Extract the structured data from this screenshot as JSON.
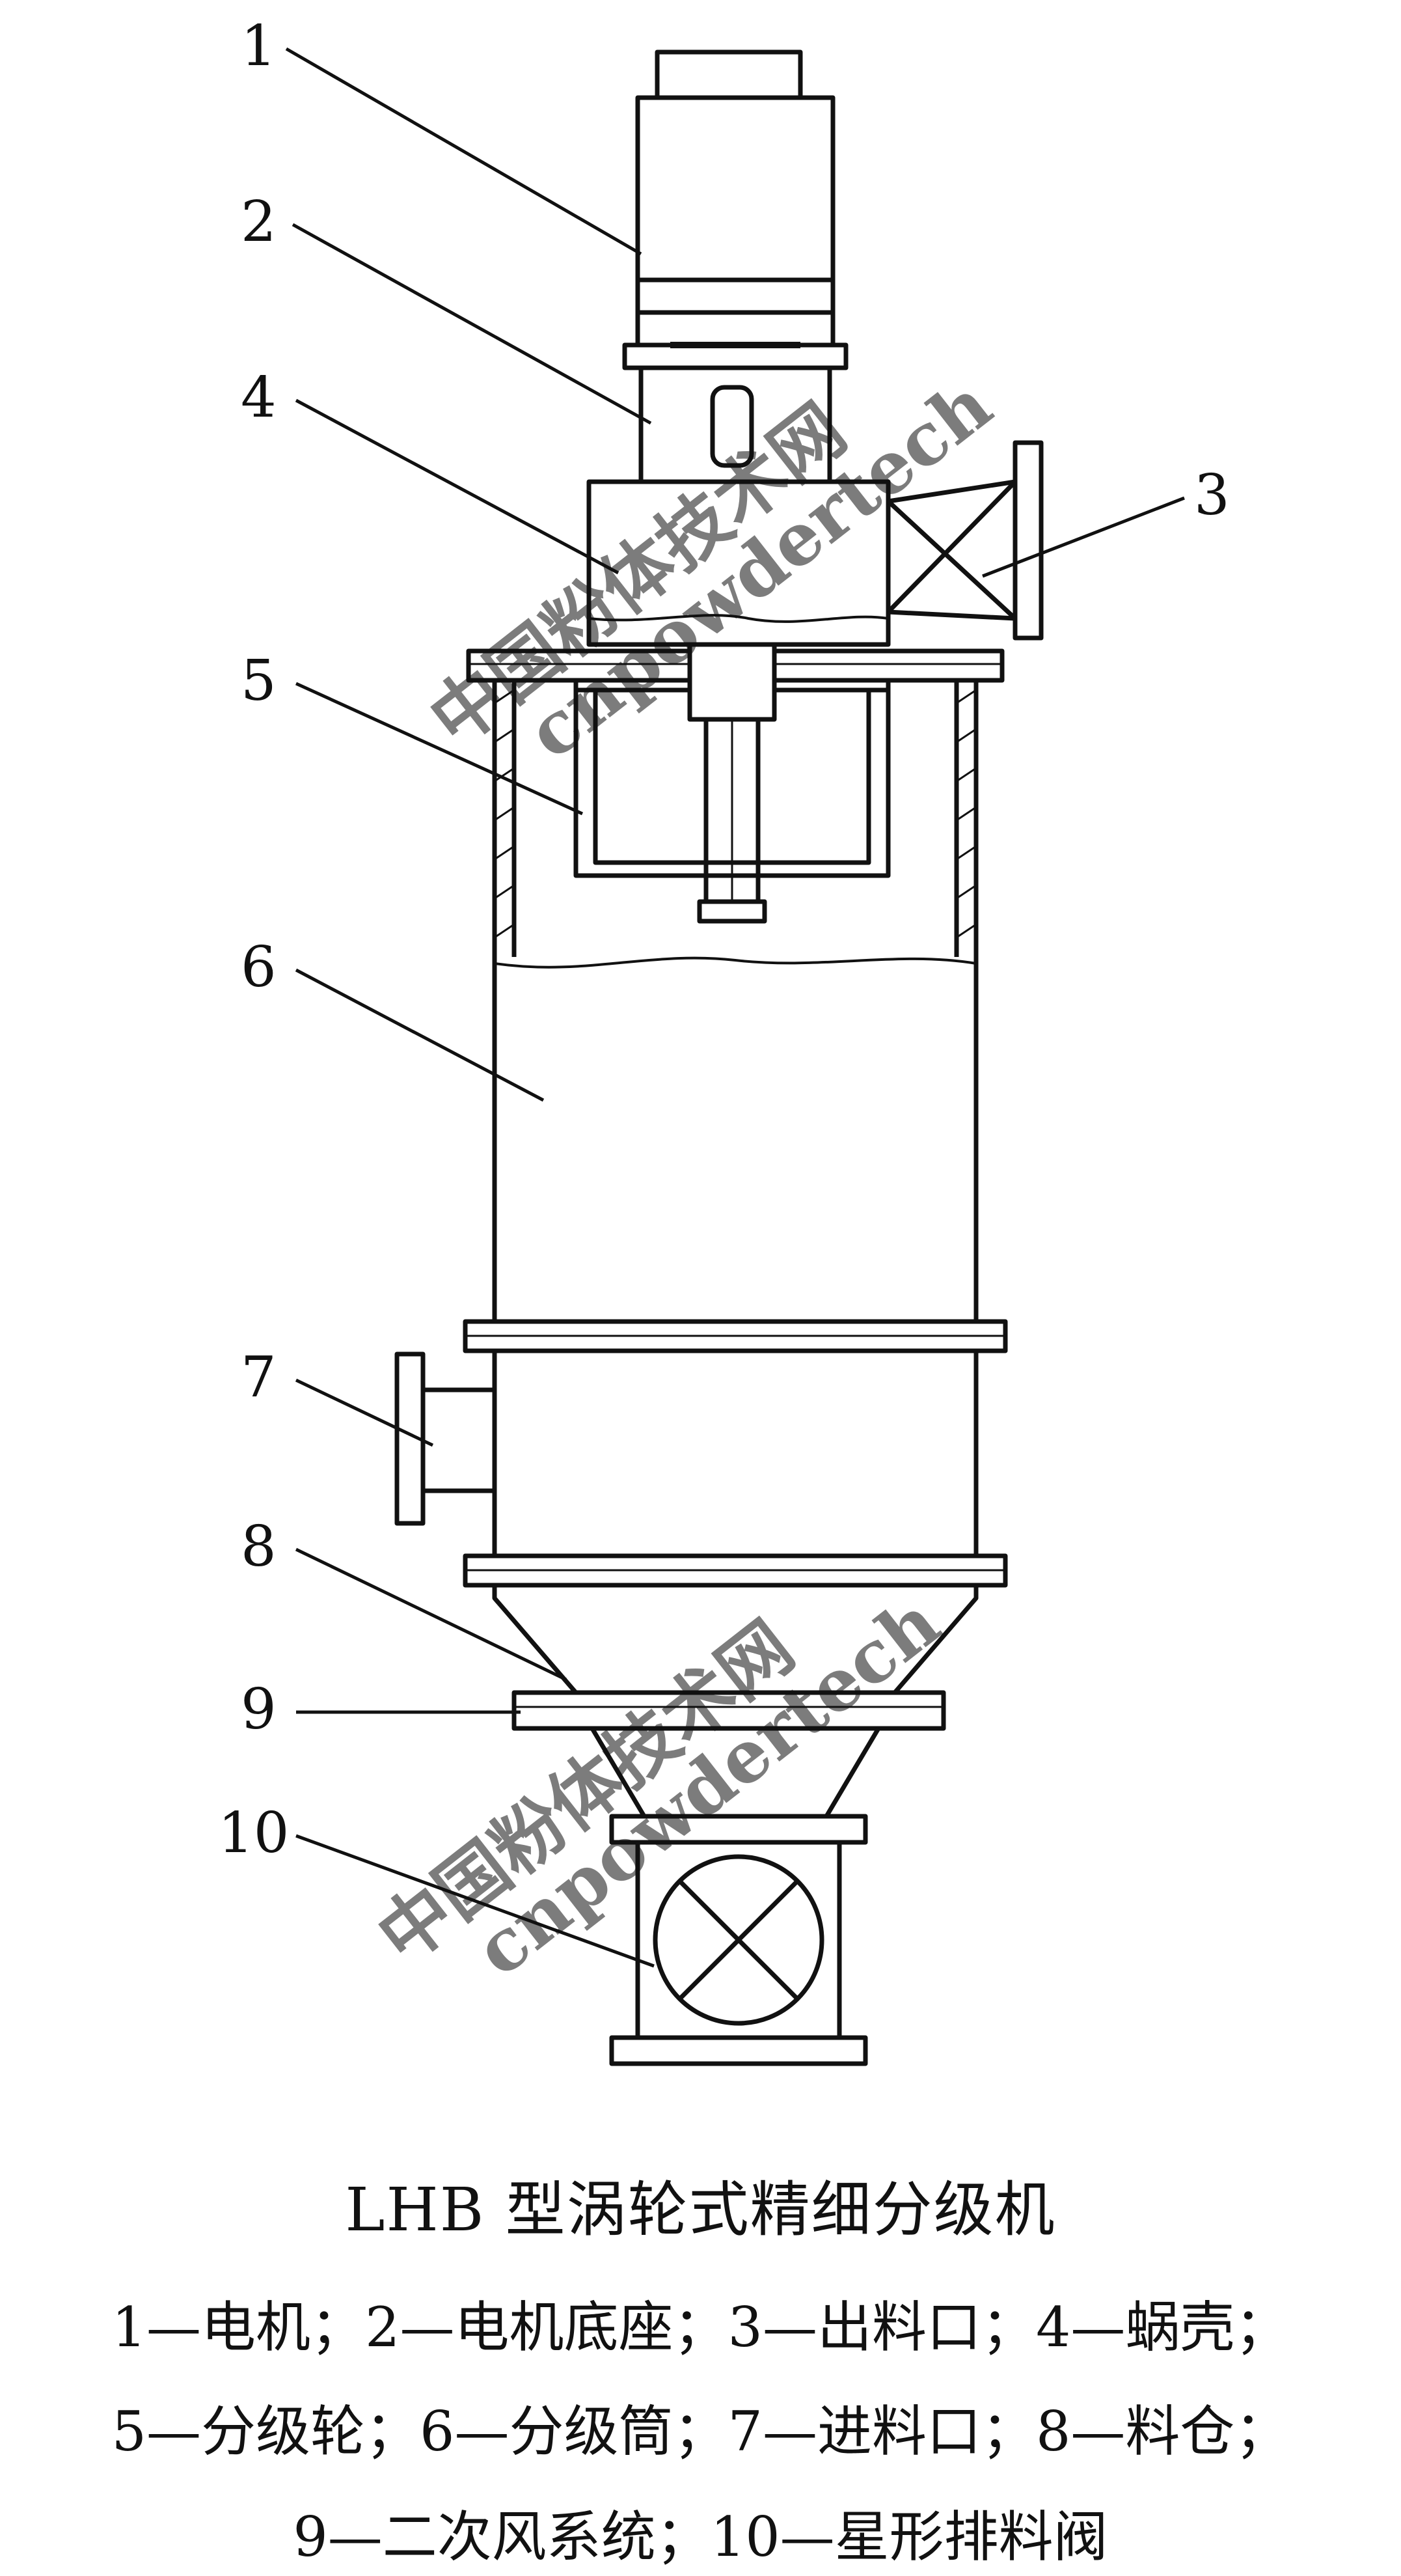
{
  "diagram": {
    "callouts": [
      "1",
      "2",
      "3",
      "4",
      "5",
      "6",
      "7",
      "8",
      "9",
      "10"
    ],
    "watermark": [
      "中国粉体技术网",
      "cnpowdertech"
    ],
    "title": "LHB 型涡轮式精细分级机",
    "legend": [
      "1—电机；2—电机底座；3—出料口；4—蜗壳；",
      "5—分级轮；6—分级筒；7—进料口；8—料仓；",
      "9—二次风系统；10—星形排料阀"
    ]
  },
  "colors": {
    "ink": "#111111",
    "watermark": "#c9c9c9",
    "background": "#ffffff"
  }
}
